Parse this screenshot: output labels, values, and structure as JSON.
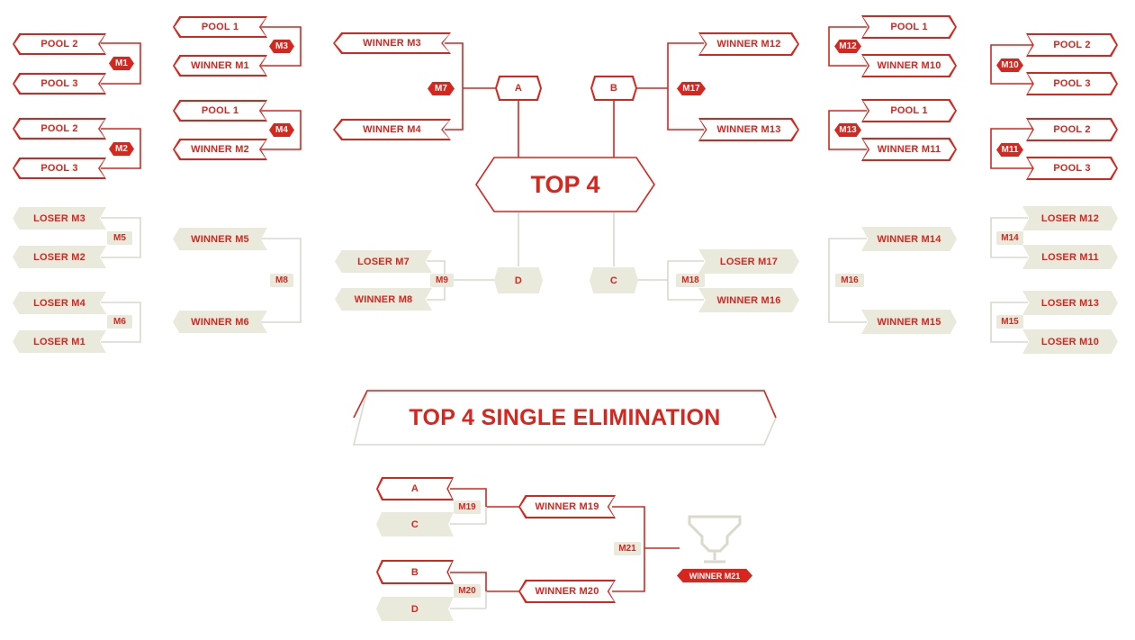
{
  "colors": {
    "accent": "#d7261e",
    "beige": "#e9e9dc",
    "line_light": "#d9d9cc"
  },
  "titles": {
    "top4": "TOP 4",
    "single_elim": "TOP 4 SINGLE ELIMINATION"
  },
  "upper_left": {
    "col1": [
      "POOL 2",
      "POOL 3",
      "POOL 2",
      "POOL 3"
    ],
    "col1_badges": [
      "M1",
      "M2"
    ],
    "col2": [
      "POOL 1",
      "WINNER M1",
      "POOL 1",
      "WINNER M2"
    ],
    "col2_badges": [
      "M3",
      "M4"
    ],
    "col3": [
      "WINNER M3",
      "WINNER M4"
    ],
    "col3_badge": "M7",
    "final": "A"
  },
  "upper_right": {
    "col1": [
      "POOL 2",
      "POOL 3",
      "POOL 2",
      "POOL 3"
    ],
    "col1_badges": [
      "M10",
      "M11"
    ],
    "col2": [
      "POOL 1",
      "WINNER M10",
      "POOL 1",
      "WINNER M11"
    ],
    "col2_badges": [
      "M12",
      "M13"
    ],
    "col3": [
      "WINNER M12",
      "WINNER M13"
    ],
    "col3_badge": "M17",
    "final": "B"
  },
  "lower_left": {
    "col1": [
      "LOSER M3",
      "LOSER M2",
      "LOSER M4",
      "LOSER M1"
    ],
    "col1_badges": [
      "M5",
      "M6"
    ],
    "col2": [
      "WINNER M5",
      "WINNER M6"
    ],
    "col2_badge": "M8",
    "col3": [
      "LOSER M7",
      "WINNER M8"
    ],
    "col3_badge": "M9",
    "final": "D"
  },
  "lower_right": {
    "col1": [
      "LOSER M12",
      "LOSER M11",
      "LOSER M13",
      "LOSER M10"
    ],
    "col1_badges": [
      "M14",
      "M15"
    ],
    "col2": [
      "WINNER M14",
      "WINNER M15"
    ],
    "col2_badge": "M16",
    "col3": [
      "LOSER M17",
      "WINNER M16"
    ],
    "col3_badge": "M18",
    "final": "C"
  },
  "single_elim": {
    "seeds": [
      "A",
      "C",
      "B",
      "D"
    ],
    "semi_badges": [
      "M19",
      "M20"
    ],
    "semis": [
      "WINNER M19",
      "WINNER M20"
    ],
    "final_badge": "M21",
    "trophy_icon": "trophy-icon",
    "champion": "WINNER M21"
  }
}
